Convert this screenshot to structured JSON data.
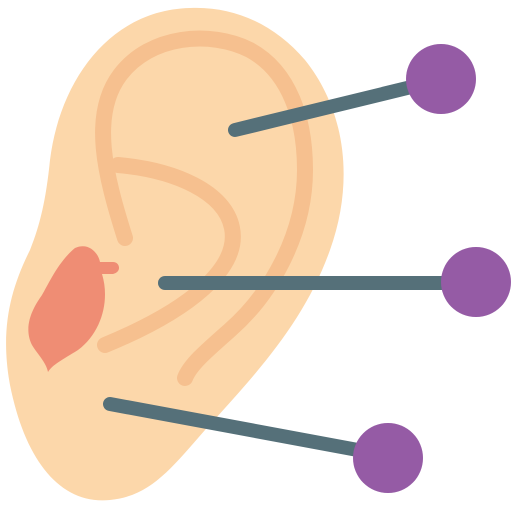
{
  "icon": {
    "name": "ear-acupuncture-icon",
    "colors": {
      "skin": "#FCD7AA",
      "skin_fold": "#F6C08F",
      "inner_ear": "#EF8D74",
      "needle": "#557079",
      "needle_head": "#955BA5",
      "background": "#FFFFFF"
    },
    "needles": [
      {
        "name": "needle-top"
      },
      {
        "name": "needle-middle"
      },
      {
        "name": "needle-bottom"
      }
    ]
  }
}
